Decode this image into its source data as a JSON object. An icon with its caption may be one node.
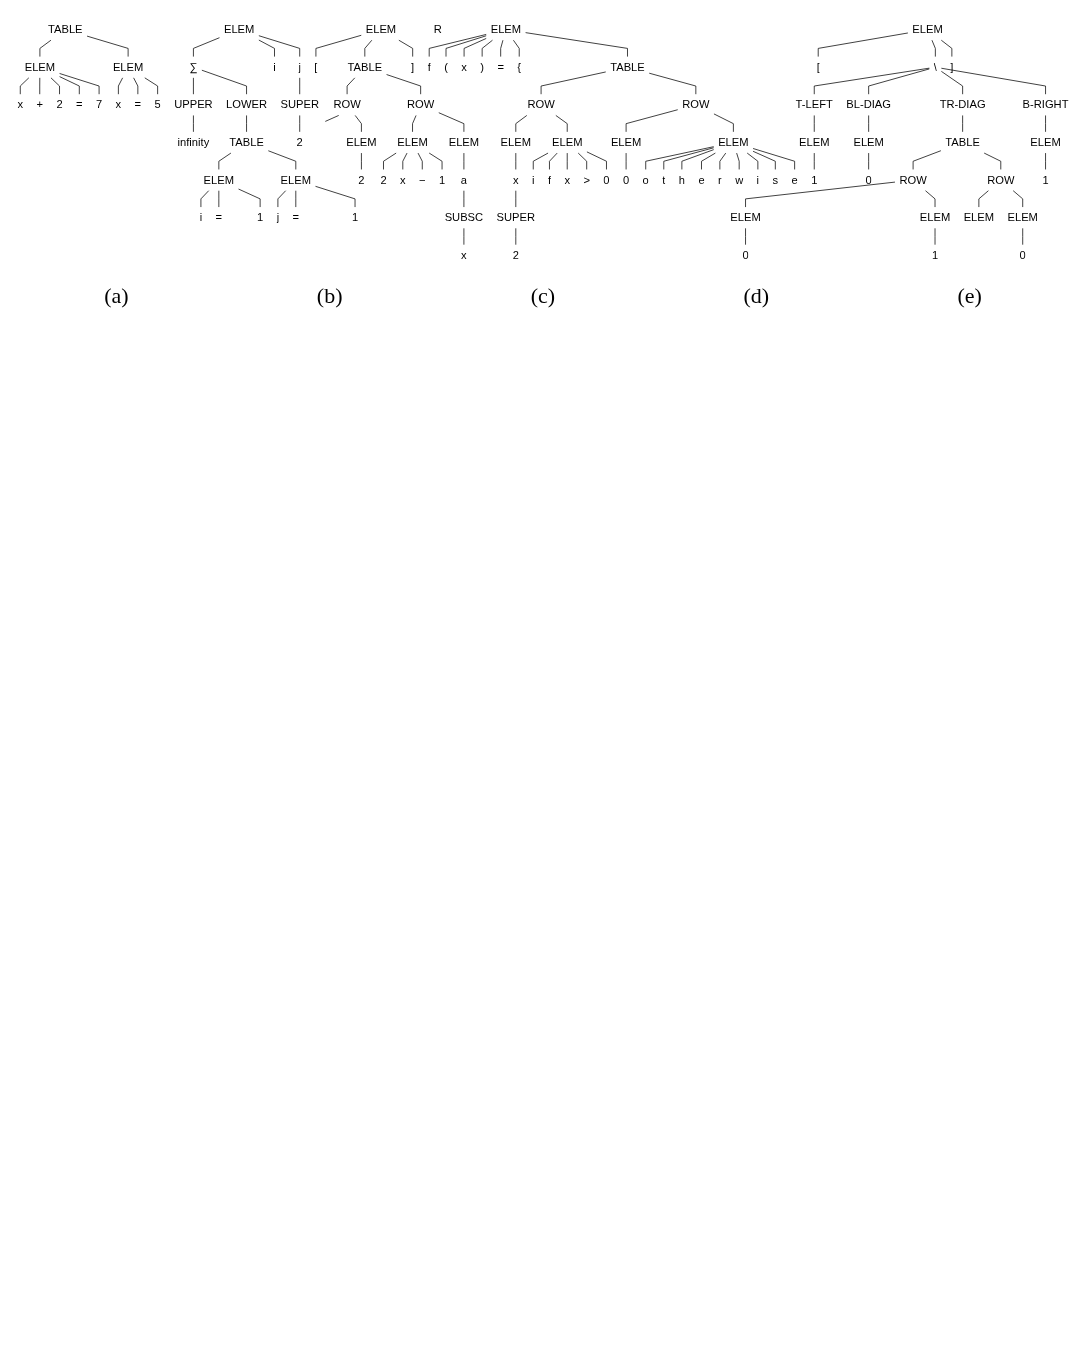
{
  "diagram": {
    "nodes": [
      {
        "text": [
          "TABLE"
        ]
      },
      {
        "text": [
          "ELEM"
        ]
      },
      {
        "text": [
          "ELEM"
        ]
      },
      {
        "text": [
          "x"
        ]
      },
      {
        "text": [
          "+"
        ]
      },
      {
        "text": [
          "2"
        ]
      },
      {
        "text": [
          "="
        ]
      },
      {
        "text": [
          "7"
        ]
      },
      {
        "text": [
          "x"
        ]
      },
      {
        "text": [
          "="
        ]
      },
      {
        "text": [
          "5"
        ]
      },
      {
        "text": [
          "ELEM"
        ]
      },
      {
        "text": [
          "∑"
        ]
      },
      {
        "text": [
          "i"
        ]
      },
      {
        "text": [
          "j"
        ]
      },
      {
        "text": [
          "UPPER"
        ]
      },
      {
        "text": [
          "LOWER"
        ]
      },
      {
        "text": [
          "SUPER"
        ]
      },
      {
        "text": [
          "infinity"
        ]
      },
      {
        "text": [
          "TABLE"
        ]
      },
      {
        "text": [
          "2"
        ]
      },
      {
        "text": [
          "ELEM"
        ]
      },
      {
        "text": [
          "ELEM"
        ]
      },
      {
        "text": [
          "i"
        ]
      },
      {
        "text": [
          "="
        ]
      },
      {
        "text": [
          "1"
        ]
      },
      {
        "text": [
          "j"
        ]
      },
      {
        "text": [
          "="
        ]
      },
      {
        "text": [
          "1"
        ]
      },
      {
        "text": [
          "ELEM"
        ]
      },
      {
        "text": [
          "["
        ]
      },
      {
        "text": [
          "TABLE"
        ]
      },
      {
        "text": [
          "]"
        ]
      },
      {
        "text": [
          "ROW"
        ]
      },
      {
        "text": [
          "ROW"
        ]
      },
      {
        "text": [
          "ELEM"
        ]
      },
      {
        "text": [
          "ELEM"
        ]
      },
      {
        "text": [
          "ELEM"
        ]
      },
      {
        "text": [
          "2"
        ]
      },
      {
        "text": [
          "2"
        ]
      },
      {
        "text": [
          "x"
        ]
      },
      {
        "text": [
          "−"
        ]
      },
      {
        "text": [
          "1"
        ]
      },
      {
        "text": [
          "a"
        ]
      },
      {
        "text": [
          "R"
        ]
      },
      {
        "text": [
          "SUBSC"
        ]
      },
      {
        "text": [
          "x"
        ]
      },
      {
        "text": [
          "ELEM"
        ]
      },
      {
        "text": [
          "f"
        ]
      },
      {
        "text": [
          "("
        ]
      },
      {
        "text": [
          "x"
        ]
      },
      {
        "text": [
          ")"
        ]
      },
      {
        "text": [
          "="
        ]
      },
      {
        "text": [
          "{"
        ]
      },
      {
        "text": [
          "TABLE"
        ]
      },
      {
        "text": [
          "ROW"
        ]
      },
      {
        "text": [
          "ROW"
        ]
      },
      {
        "text": [
          "ELEM"
        ]
      },
      {
        "text": [
          "ELEM"
        ]
      },
      {
        "text": [
          "ELEM"
        ]
      },
      {
        "text": [
          "ELEM"
        ]
      },
      {
        "text": [
          "x"
        ]
      },
      {
        "text": [
          "i"
        ]
      },
      {
        "text": [
          "f"
        ]
      },
      {
        "text": [
          "x"
        ]
      },
      {
        "text": [
          ">"
        ]
      },
      {
        "text": [
          "0"
        ]
      },
      {
        "text": [
          "0"
        ]
      },
      {
        "text": [
          "o"
        ]
      },
      {
        "text": [
          "t"
        ]
      },
      {
        "text": [
          "h"
        ]
      },
      {
        "text": [
          "e"
        ]
      },
      {
        "text": [
          "r"
        ]
      },
      {
        "text": [
          "w"
        ]
      },
      {
        "text": [
          "i"
        ]
      },
      {
        "text": [
          "s"
        ]
      },
      {
        "text": [
          "e"
        ]
      },
      {
        "text": [
          "SUPER"
        ]
      },
      {
        "text": [
          "2"
        ]
      },
      {
        "text": [
          "ELEM"
        ]
      },
      {
        "text": [
          "["
        ]
      },
      {
        "text": [
          "\\"
        ]
      },
      {
        "text": [
          "]"
        ]
      },
      {
        "text": [
          "T-LEFT"
        ]
      },
      {
        "text": [
          "BL-DIAG"
        ]
      },
      {
        "text": [
          "TR-DIAG"
        ]
      },
      {
        "text": [
          "B-RIGHT"
        ]
      },
      {
        "text": [
          "ELEM"
        ]
      },
      {
        "text": [
          "ELEM"
        ]
      },
      {
        "text": [
          "TABLE"
        ]
      },
      {
        "text": [
          "ELEM"
        ]
      },
      {
        "text": [
          "1"
        ]
      },
      {
        "text": [
          "0"
        ]
      },
      {
        "text": [
          "ROW"
        ]
      },
      {
        "text": [
          "ROW"
        ]
      },
      {
        "text": [
          "1"
        ]
      },
      {
        "text": [
          "ELEM"
        ]
      },
      {
        "text": [
          "ELEM"
        ]
      },
      {
        "text": [
          "ELEM"
        ]
      },
      {
        "text": [
          "ELEM"
        ]
      },
      {
        "text": [
          "0"
        ]
      },
      {
        "text": [
          "1"
        ]
      },
      {
        "text": [
          "0"
        ]
      }
    ],
    "edges": [
      {
        "from": 0,
        "to": 1,
        "arrow": "none"
      },
      {
        "from": 0,
        "to": 2,
        "arrow": "none"
      },
      {
        "from": 1,
        "to": 3,
        "arrow": "none"
      },
      {
        "from": 1,
        "to": 4,
        "arrow": "none"
      },
      {
        "from": 1,
        "to": 5,
        "arrow": "none"
      },
      {
        "from": 1,
        "to": 6,
        "arrow": "none"
      },
      {
        "from": 1,
        "to": 7,
        "arrow": "none"
      },
      {
        "from": 2,
        "to": 8,
        "arrow": "none"
      },
      {
        "from": 2,
        "to": 9,
        "arrow": "none"
      },
      {
        "from": 2,
        "to": 10,
        "arrow": "none"
      },
      {
        "from": 11,
        "to": 12,
        "arrow": "none"
      },
      {
        "from": 11,
        "to": 13,
        "arrow": "none"
      },
      {
        "from": 11,
        "to": 14,
        "arrow": "none"
      },
      {
        "from": 12,
        "to": 15,
        "arrow": "none"
      },
      {
        "from": 12,
        "to": 16,
        "arrow": "none"
      },
      {
        "from": 14,
        "to": 17,
        "arrow": "none"
      },
      {
        "from": 15,
        "to": 18,
        "arrow": "none"
      },
      {
        "from": 16,
        "to": 19,
        "arrow": "none"
      },
      {
        "from": 17,
        "to": 20,
        "arrow": "none"
      },
      {
        "from": 19,
        "to": 21,
        "arrow": "none"
      },
      {
        "from": 19,
        "to": 22,
        "arrow": "none"
      },
      {
        "from": 21,
        "to": 23,
        "arrow": "none"
      },
      {
        "from": 21,
        "to": 24,
        "arrow": "none"
      },
      {
        "from": 21,
        "to": 25,
        "arrow": "none"
      },
      {
        "from": 22,
        "to": 26,
        "arrow": "none"
      },
      {
        "from": 22,
        "to": 27,
        "arrow": "none"
      },
      {
        "from": 22,
        "to": 28,
        "arrow": "none"
      },
      {
        "from": 29,
        "to": 30,
        "arrow": "none"
      },
      {
        "from": 29,
        "to": 31,
        "arrow": "none"
      },
      {
        "from": 29,
        "to": 32,
        "arrow": "none"
      },
      {
        "from": 31,
        "to": 33,
        "arrow": "none"
      },
      {
        "from": 31,
        "to": 34,
        "arrow": "none"
      },
      {
        "from": 33,
        "to": null,
        "arrow": "none"
      },
      {
        "from": 33,
        "to": 35,
        "arrow": "none"
      },
      {
        "from": 34,
        "to": 36,
        "arrow": "none"
      },
      {
        "from": 34,
        "to": 37,
        "arrow": "none"
      },
      {
        "from": 35,
        "to": 38,
        "arrow": "none"
      },
      {
        "from": 36,
        "to": 39,
        "arrow": "none"
      },
      {
        "from": 36,
        "to": 40,
        "arrow": "none"
      },
      {
        "from": 36,
        "to": 41,
        "arrow": "none"
      },
      {
        "from": 36,
        "to": 42,
        "arrow": "none"
      },
      {
        "from": 37,
        "to": 43,
        "arrow": "none"
      },
      {
        "from": 43,
        "to": 45,
        "arrow": "none"
      },
      {
        "from": 45,
        "to": 46,
        "arrow": "none"
      },
      {
        "from": 47,
        "to": 48,
        "arrow": "none"
      },
      {
        "from": 47,
        "to": 49,
        "arrow": "none"
      },
      {
        "from": 47,
        "to": 50,
        "arrow": "none"
      },
      {
        "from": 47,
        "to": 51,
        "arrow": "none"
      },
      {
        "from": 47,
        "to": 52,
        "arrow": "none"
      },
      {
        "from": 47,
        "to": 53,
        "arrow": "none"
      },
      {
        "from": 47,
        "to": 54,
        "arrow": "none"
      },
      {
        "from": 54,
        "to": 55,
        "arrow": "none"
      },
      {
        "from": 54,
        "to": 56,
        "arrow": "none"
      },
      {
        "from": 55,
        "to": 57,
        "arrow": "none"
      },
      {
        "from": 55,
        "to": 58,
        "arrow": "none"
      },
      {
        "from": 56,
        "to": 59,
        "arrow": "none"
      },
      {
        "from": 56,
        "to": 60,
        "arrow": "none"
      },
      {
        "from": 57,
        "to": 61,
        "arrow": "none"
      },
      {
        "from": 58,
        "to": 62,
        "arrow": "none"
      },
      {
        "from": 58,
        "to": 63,
        "arrow": "none"
      },
      {
        "from": 58,
        "to": 64,
        "arrow": "none"
      },
      {
        "from": 58,
        "to": 65,
        "arrow": "none"
      },
      {
        "from": 58,
        "to": 66,
        "arrow": "none"
      },
      {
        "from": 59,
        "to": 67,
        "arrow": "none"
      },
      {
        "from": 60,
        "to": 68,
        "arrow": "none"
      },
      {
        "from": 60,
        "to": 69,
        "arrow": "none"
      },
      {
        "from": 60,
        "to": 70,
        "arrow": "none"
      },
      {
        "from": 60,
        "to": 71,
        "arrow": "none"
      },
      {
        "from": 60,
        "to": 72,
        "arrow": "none"
      },
      {
        "from": 60,
        "to": 73,
        "arrow": "none"
      },
      {
        "from": 60,
        "to": 74,
        "arrow": "none"
      },
      {
        "from": 60,
        "to": 75,
        "arrow": "none"
      },
      {
        "from": 60,
        "to": 76,
        "arrow": "none"
      },
      {
        "from": 61,
        "to": 77,
        "arrow": "none"
      },
      {
        "from": 77,
        "to": 78,
        "arrow": "none"
      },
      {
        "from": 79,
        "to": 80,
        "arrow": "none"
      },
      {
        "from": 79,
        "to": 81,
        "arrow": "none"
      },
      {
        "from": 79,
        "to": 82,
        "arrow": "none"
      },
      {
        "from": 81,
        "to": 83,
        "arrow": "none"
      },
      {
        "from": 81,
        "to": 84,
        "arrow": "none"
      },
      {
        "from": 81,
        "to": 85,
        "arrow": "none"
      },
      {
        "from": 81,
        "to": 86,
        "arrow": "none"
      },
      {
        "from": 83,
        "to": 87,
        "arrow": "none"
      },
      {
        "from": 84,
        "to": 88,
        "arrow": "none"
      },
      {
        "from": 85,
        "to": 89,
        "arrow": "none"
      },
      {
        "from": 86,
        "to": 90,
        "arrow": "none"
      },
      {
        "from": 87,
        "to": 91,
        "arrow": "none"
      },
      {
        "from": 88,
        "to": 92,
        "arrow": "none"
      },
      {
        "from": 89,
        "to": 93,
        "arrow": "none"
      },
      {
        "from": 89,
        "to": 94,
        "arrow": "none"
      },
      {
        "from": 90,
        "to": 95,
        "arrow": "none"
      },
      {
        "from": 93,
        "to": 96,
        "arrow": "none"
      },
      {
        "from": 93,
        "to": 97,
        "arrow": "none"
      },
      {
        "from": 94,
        "to": 98,
        "arrow": "none"
      },
      {
        "from": 94,
        "to": 99,
        "arrow": "none"
      },
      {
        "from": 96,
        "to": 100,
        "arrow": "none"
      },
      {
        "from": 97,
        "to": 101,
        "arrow": "none"
      },
      {
        "from": 99,
        "to": 102,
        "arrow": "none"
      }
    ],
    "labels": [
      "(a)",
      "(b)",
      "(c)",
      "(d)",
      "(e)"
    ]
  }
}
